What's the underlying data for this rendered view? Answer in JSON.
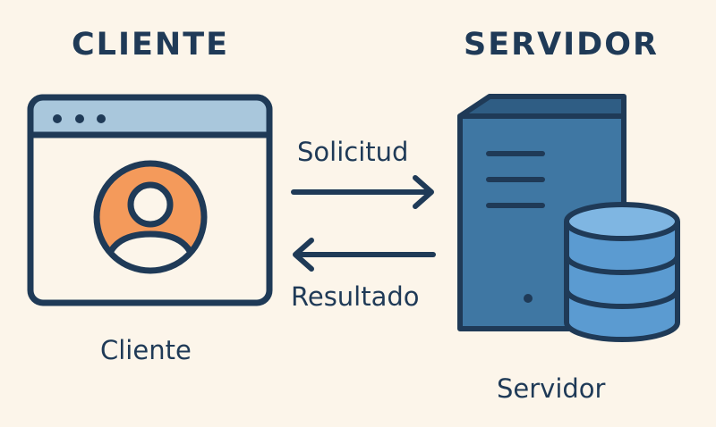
{
  "headings": {
    "client": "CLIENTE",
    "server": "SERVIDOR"
  },
  "labels": {
    "client": "Cliente",
    "server": "Servidor"
  },
  "arrows": {
    "request": "Solicitud",
    "result": "Resultado"
  },
  "colors": {
    "background": "#fcf5ea",
    "ink": "#1f3a57",
    "window_bar": "#a9c7dc",
    "avatar": "#f49a5b",
    "server_body": "#3f77a3",
    "server_top": "#2f5d84",
    "database": "#5b9bd1"
  },
  "icons": [
    "browser-window-icon",
    "user-avatar-icon",
    "server-tower-icon",
    "database-icon"
  ]
}
